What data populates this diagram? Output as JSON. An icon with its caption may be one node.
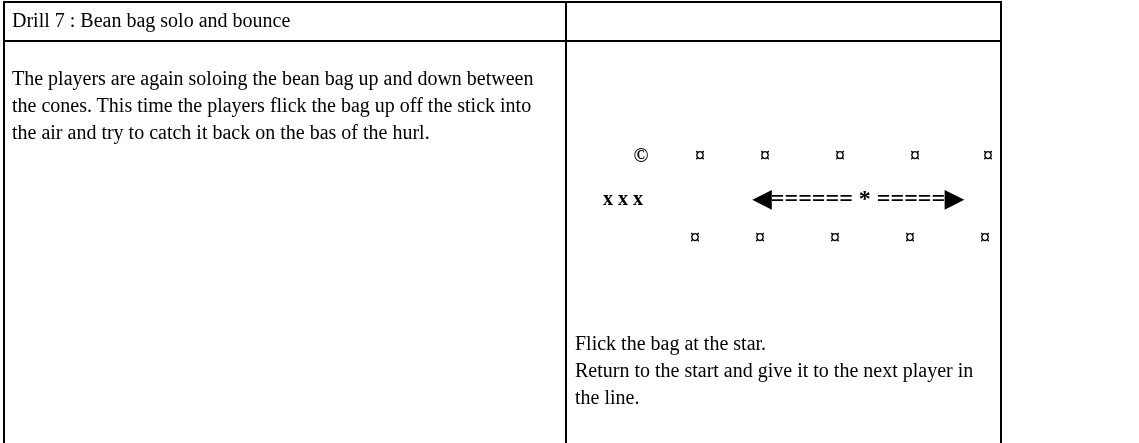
{
  "diagram": {
    "labels": [
      "Drill 7 : Bean bag solo and bounce",
      "The players are again soloing the bean bag up and down between the cones. This time the players flick the bag up off the stick into the air and try to catch it back on the bas of the hurl.",
      "©",
      "¤",
      "¤",
      "¤",
      "¤",
      "¤",
      "x x x",
      "◀====== * =====▶",
      "¤",
      "¤",
      "¤",
      "¤",
      "¤",
      "Flick the bag at the star.",
      "Return to the start and give it to the next player in the line."
    ]
  }
}
